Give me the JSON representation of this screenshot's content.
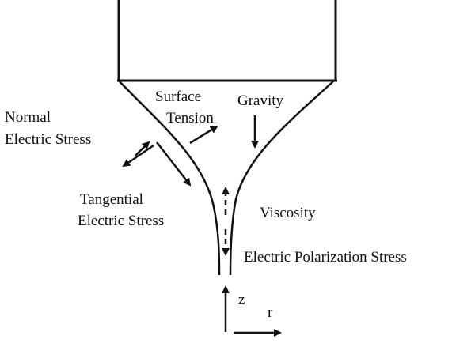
{
  "diagram": {
    "labels": {
      "surface_tension_line1": "Surface",
      "surface_tension_line2": "Tension",
      "gravity": "Gravity",
      "normal_line1": "Normal",
      "normal_line2": "Electric Stress",
      "tangential_line1": "Tangential",
      "tangential_line2": "Electric Stress",
      "viscosity": "Viscosity",
      "polarization": "Electric Polarization Stress",
      "axis_z": "z",
      "axis_r": "r"
    },
    "colors": {
      "ink": "#111111",
      "background": "#ffffff"
    }
  }
}
